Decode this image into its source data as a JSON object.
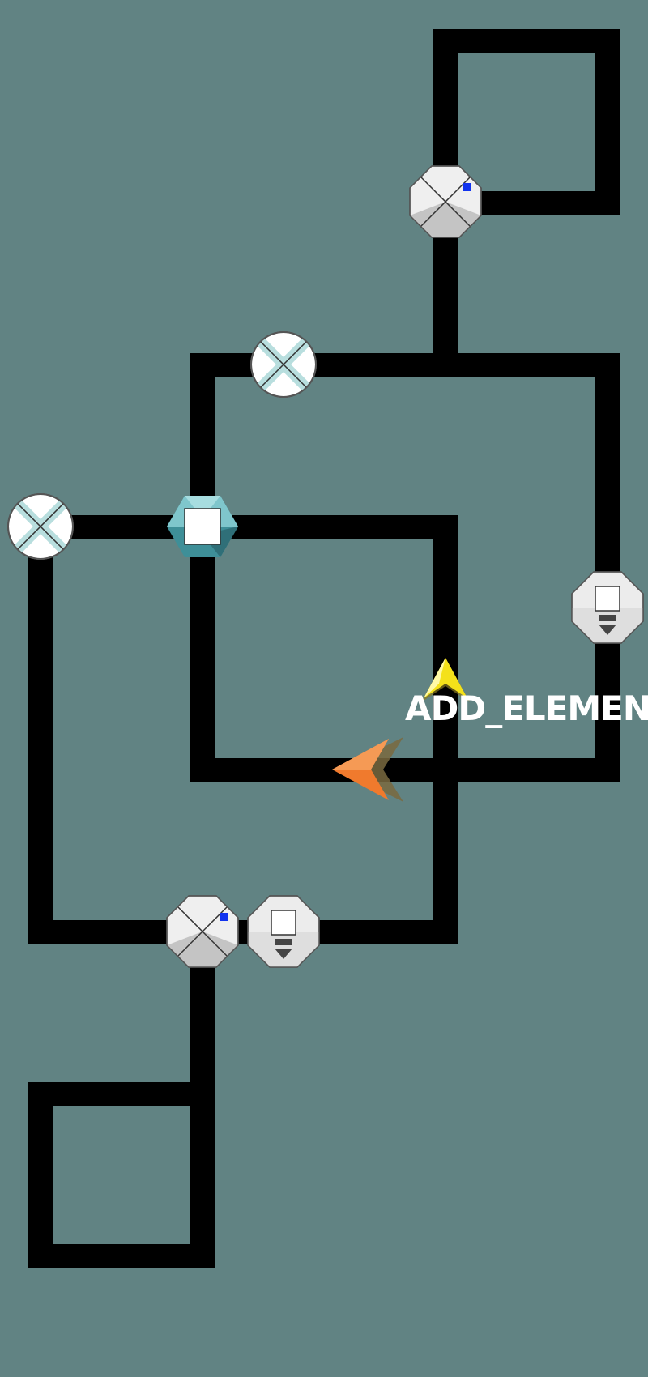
{
  "board": {
    "background_color": "#618383",
    "track_color": "#000000"
  },
  "pieces": [
    {
      "kind": "crossing-switch",
      "icon": "switch-octagon-icon"
    },
    {
      "kind": "junction",
      "icon": "crossing-circle-icon"
    },
    {
      "kind": "junction",
      "icon": "crossing-circle-icon"
    },
    {
      "kind": "station",
      "icon": "hexagon-station-icon"
    },
    {
      "kind": "dispenser",
      "icon": "dispenser-octagon-icon"
    },
    {
      "kind": "crossing-switch",
      "icon": "switch-octagon-icon"
    },
    {
      "kind": "dispenser",
      "icon": "dispenser-octagon-icon"
    }
  ],
  "cursors": [
    {
      "kind": "player-cursor",
      "icon": "yellow-arrow-icon",
      "color": "#f4e11a"
    },
    {
      "kind": "opponent-cursor",
      "icon": "orange-arrow-icon",
      "color": "#f07a2d"
    }
  ],
  "cursor_label": "ADD_ELEMENT"
}
